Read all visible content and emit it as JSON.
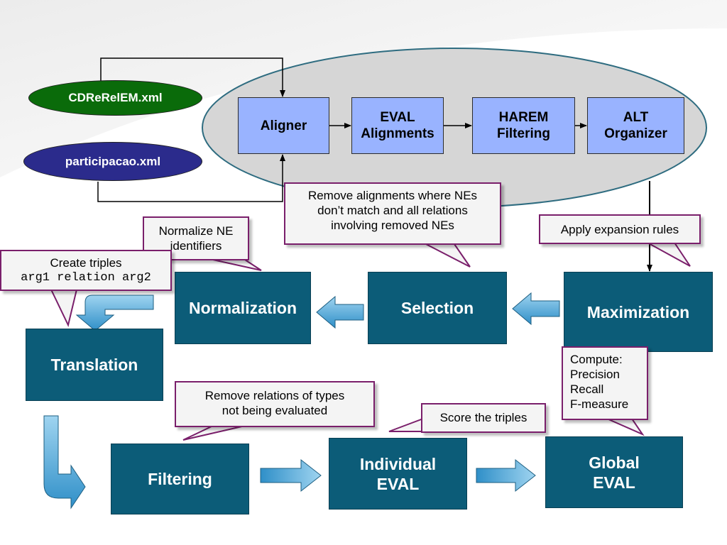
{
  "colors": {
    "process_fill": "#0c5c78",
    "module_fill": "#99b3ff",
    "ellipse_fill": "#d6d6d6",
    "ellipse_border": "#2e6c80",
    "file1_fill": "#0a6b0a",
    "file2_fill": "#2b2b8c",
    "callout_border": "#7a1f6b",
    "arrow_fill": "#5ab0e0"
  },
  "files": {
    "cdr": "CDReRelEM.xml",
    "participacao": "participacao.xml"
  },
  "modules": {
    "aligner": "Aligner",
    "eval_alignments": [
      "EVAL",
      "Alignments"
    ],
    "harem_filtering": [
      "HAREM",
      "Filtering"
    ],
    "alt_organizer": [
      "ALT",
      "Organizer"
    ]
  },
  "steps": {
    "normalization": "Normalization",
    "selection": "Selection",
    "maximization": "Maximization",
    "translation": "Translation",
    "filtering": "Filtering",
    "individual_eval": [
      "Individual",
      "EVAL"
    ],
    "global_eval": [
      "Global",
      "EVAL"
    ]
  },
  "callouts": {
    "remove_alignments": [
      "Remove alignments where NEs",
      "don’t match and all relations",
      "involving removed NEs"
    ],
    "normalize_ne": [
      "Normalize NE",
      "identifiers"
    ],
    "create_triples": "Create triples",
    "triple_format": "arg1 relation arg2",
    "expansion": "Apply expansion rules",
    "remove_relations": [
      "Remove relations of types",
      "not being evaluated"
    ],
    "score": "Score the triples",
    "compute": [
      "Compute:",
      "Precision",
      "Recall",
      "F-measure"
    ]
  }
}
